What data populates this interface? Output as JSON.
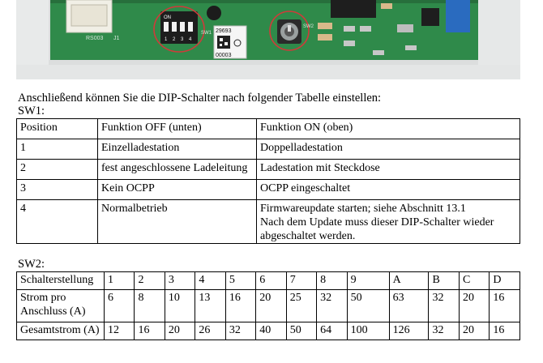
{
  "photo": {
    "sw1_label": "SW1",
    "sw1_header": "ON",
    "sw1_digits": [
      "1",
      "2",
      "3",
      "4"
    ],
    "sw2_label": "SW2",
    "serial_top": "29693",
    "serial_bottom": "00003",
    "connector_label": "RS003",
    "j1_label": "J1"
  },
  "intro": "Anschließend können Sie die DIP-Schalter nach folgender Tabelle einstellen:",
  "sw1": {
    "label": "SW1:",
    "headers": [
      "Position",
      "Funktion OFF (unten)",
      "Funktion ON (oben)"
    ],
    "rows": [
      [
        "1",
        "Einzelladestation",
        "Doppelladestation"
      ],
      [
        "2",
        "fest angeschlossene Ladeleitung",
        "Ladestation mit Steckdose"
      ],
      [
        "3",
        "Kein OCPP",
        "OCPP eingeschaltet"
      ],
      [
        "4",
        "Normalbetrieb",
        "Firmwareupdate starten; siehe Abschnitt 13.1\nNach dem Update muss dieser DIP-Schalter wieder abgeschaltet werden."
      ]
    ]
  },
  "sw2": {
    "label": "SW2:",
    "rows": [
      {
        "head": "Schalterstellung",
        "cells": [
          "1",
          "2",
          "3",
          "4",
          "5",
          "6",
          "7",
          "8",
          "9",
          "A",
          "B",
          "C",
          "D"
        ]
      },
      {
        "head": "Strom pro Anschluss (A)",
        "cells": [
          "6",
          "8",
          "10",
          "13",
          "16",
          "20",
          "25",
          "32",
          "50",
          "63",
          "32",
          "20",
          "16"
        ]
      },
      {
        "head": "Gesamtstrom (A)",
        "cells": [
          "12",
          "16",
          "20",
          "26",
          "32",
          "40",
          "50",
          "64",
          "100",
          "126",
          "32",
          "20",
          "16"
        ]
      }
    ]
  },
  "colors": {
    "pcb": "#2f8a4a",
    "circle": "#d03a3a",
    "casing": "#e3e5e5"
  }
}
